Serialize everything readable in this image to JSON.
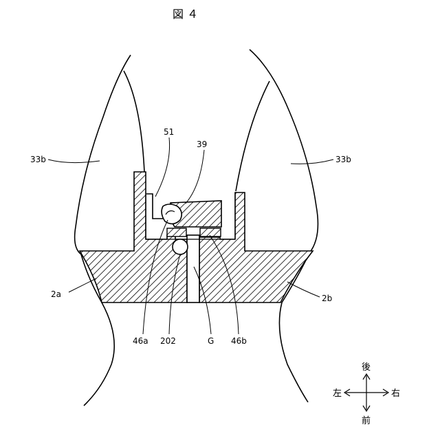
{
  "title": "図 ４",
  "labels": {
    "l33b_left": "33b",
    "l33b_right": "33b",
    "l51": "51",
    "l39": "39",
    "l2a": "2a",
    "l2b": "2b",
    "l46a": "46a",
    "l202": "202",
    "lG": "G",
    "l46b": "46b"
  },
  "compass": {
    "up": "後",
    "down": "前",
    "left": "左",
    "right": "右"
  }
}
